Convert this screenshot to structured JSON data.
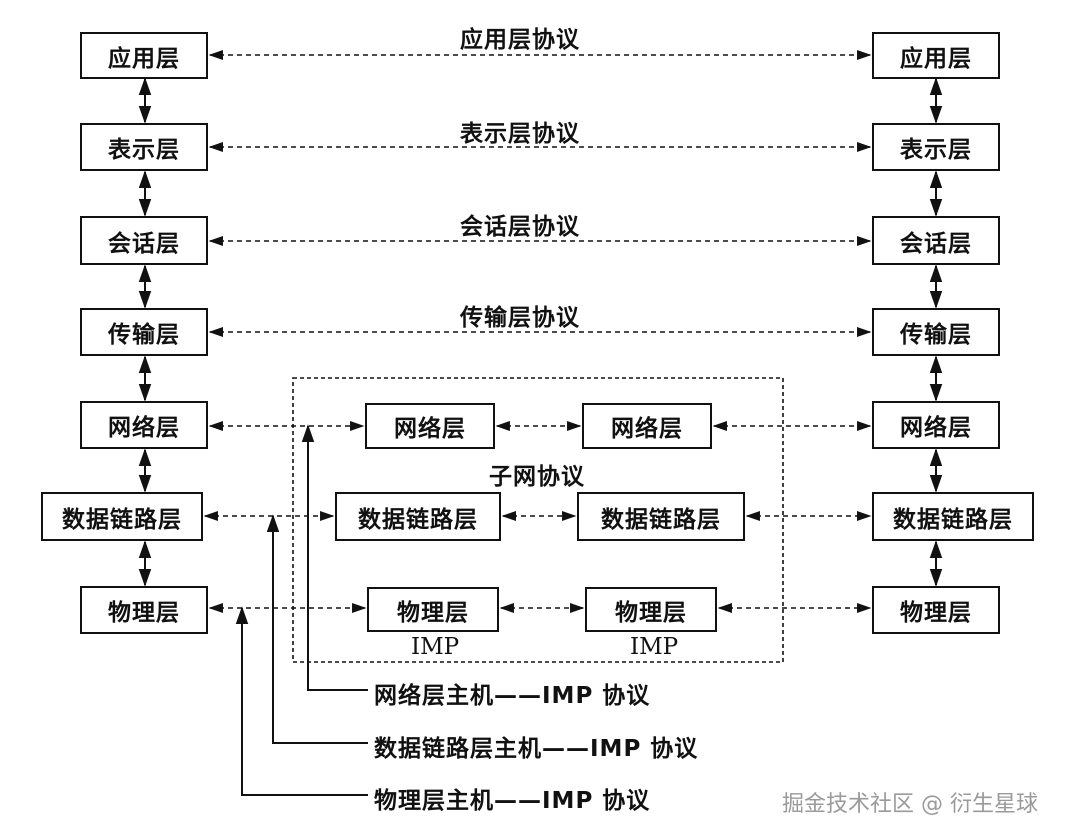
{
  "hosts": {
    "left": [
      "应用层",
      "表示层",
      "会话层",
      "传输层",
      "网络层",
      "数据链路层",
      "物理层"
    ],
    "right": [
      "应用层",
      "表示层",
      "会话层",
      "传输层",
      "网络层",
      "数据链路层",
      "物理层"
    ]
  },
  "peer_protocols": [
    "应用层协议",
    "表示层协议",
    "会话层协议",
    "传输层协议"
  ],
  "subnet": {
    "label": "子网协议",
    "imp_left": [
      "网络层",
      "数据链路层",
      "物理层"
    ],
    "imp_right": [
      "网络层",
      "数据链路层",
      "物理层"
    ],
    "imp_label": "IMP"
  },
  "host_imp_protocols": [
    "网络层主机——IMP 协议",
    "数据链路层主机——IMP 协议",
    "物理层主机——IMP 协议"
  ],
  "watermark": "掘金技术社区 @ 衍生星球"
}
